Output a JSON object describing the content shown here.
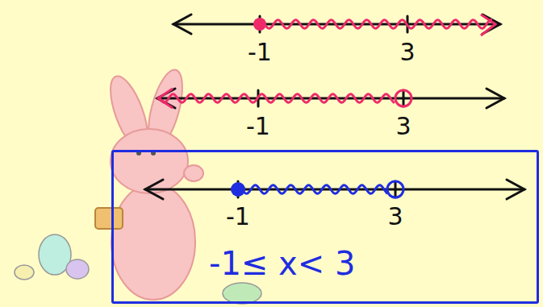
{
  "diagram": {
    "nodes": [
      {
        "text": [
          "-1≤ x< 3"
        ]
      }
    ],
    "labels": [
      "-1",
      "3",
      "-1",
      "3",
      "-1",
      "3"
    ]
  }
}
